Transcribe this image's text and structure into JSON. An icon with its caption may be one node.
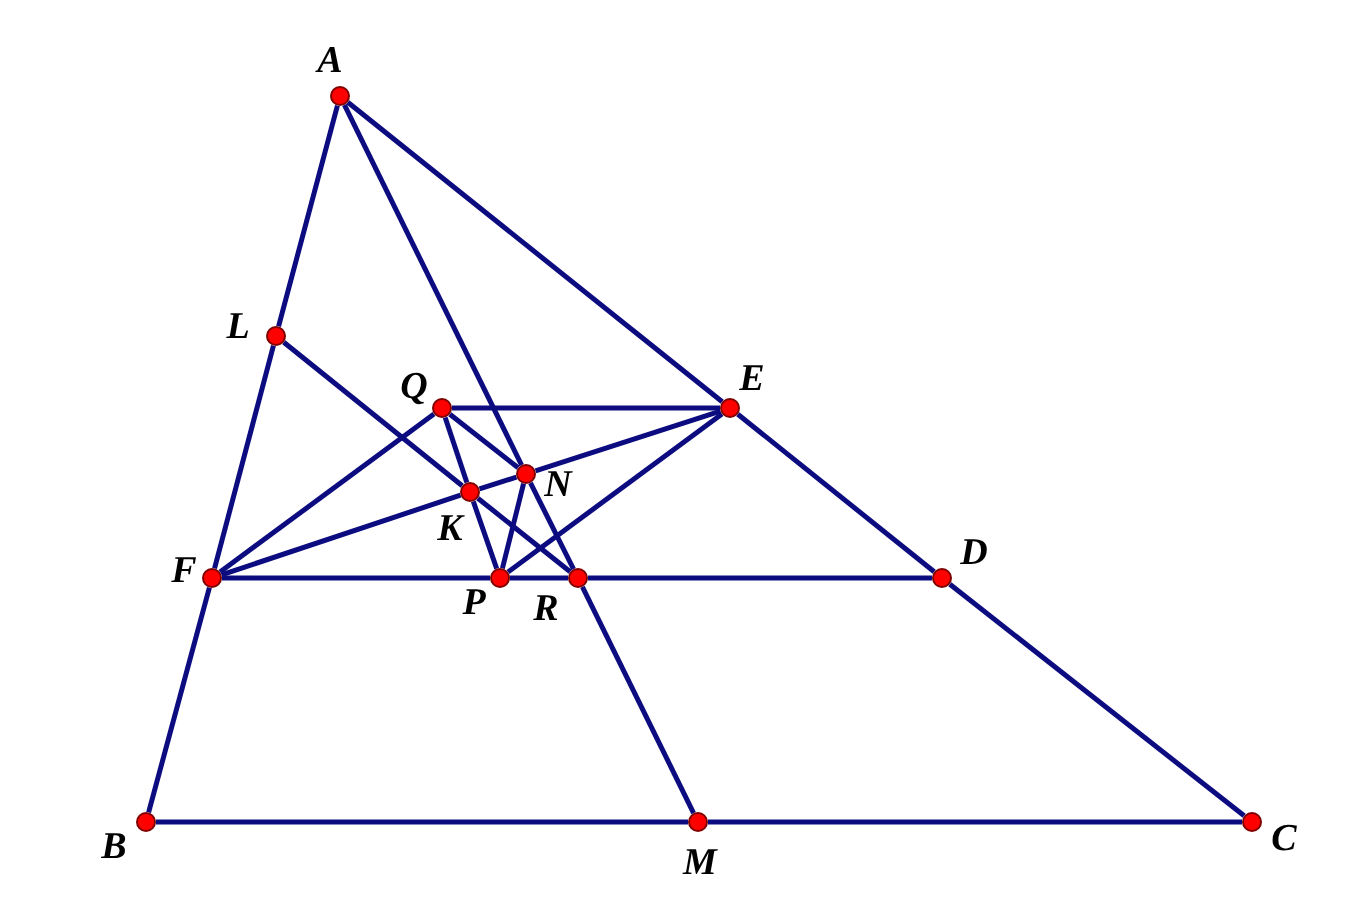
{
  "diagram": {
    "nodes": [
      {
        "text": [],
        "shape": "circle",
        "beside": [
          "A"
        ]
      },
      {
        "text": [],
        "shape": "circle",
        "beside": [
          "L"
        ]
      },
      {
        "text": [],
        "shape": "circle",
        "beside": [
          "Q"
        ]
      },
      {
        "text": [],
        "shape": "circle",
        "beside": [
          "E"
        ]
      },
      {
        "text": [],
        "shape": "circle",
        "beside": [
          "N"
        ]
      },
      {
        "text": [],
        "shape": "circle",
        "beside": [
          "K"
        ]
      },
      {
        "text": [],
        "shape": "circle",
        "beside": [
          "F"
        ]
      },
      {
        "text": [],
        "shape": "circle",
        "beside": [
          "D"
        ]
      },
      {
        "text": [],
        "shape": "circle",
        "beside": [
          "P"
        ]
      },
      {
        "text": [],
        "shape": "circle",
        "beside": [
          "R"
        ]
      },
      {
        "text": [],
        "shape": "circle",
        "beside": [
          "B"
        ]
      },
      {
        "text": [],
        "shape": "circle",
        "beside": [
          "M"
        ]
      },
      {
        "text": [],
        "shape": "circle",
        "beside": [
          "C"
        ]
      }
    ],
    "edges": [
      {
        "from": 0,
        "to": 1,
        "arrow": "none"
      },
      {
        "from": 1,
        "to": 6,
        "arrow": "none"
      },
      {
        "from": 6,
        "to": 10,
        "arrow": "none"
      },
      {
        "from": 0,
        "to": 3,
        "arrow": "none"
      },
      {
        "from": 3,
        "to": 7,
        "arrow": "none"
      },
      {
        "from": 7,
        "to": 12,
        "arrow": "none"
      },
      {
        "from": 10,
        "to": 11,
        "arrow": "none"
      },
      {
        "from": 11,
        "to": 12,
        "arrow": "none"
      },
      {
        "from": 0,
        "to": 4,
        "arrow": "none"
      },
      {
        "from": 4,
        "to": 9,
        "arrow": "none"
      },
      {
        "from": 9,
        "to": 11,
        "arrow": "none"
      },
      {
        "from": 1,
        "to": 5,
        "arrow": "none"
      },
      {
        "from": 5,
        "to": 9,
        "arrow": "none"
      },
      {
        "from": 2,
        "to": 3,
        "arrow": "none"
      },
      {
        "from": 6,
        "to": 8,
        "arrow": "none"
      },
      {
        "from": 8,
        "to": 9,
        "arrow": "none"
      },
      {
        "from": 9,
        "to": 7,
        "arrow": "none"
      },
      {
        "from": 6,
        "to": 2,
        "arrow": "none"
      },
      {
        "from": 6,
        "to": 5,
        "arrow": "none"
      },
      {
        "from": 5,
        "to": 4,
        "arrow": "none"
      },
      {
        "from": 4,
        "to": 3,
        "arrow": "none"
      },
      {
        "from": 2,
        "to": 5,
        "arrow": "none"
      },
      {
        "from": 5,
        "to": 8,
        "arrow": "none"
      },
      {
        "from": 2,
        "to": 4,
        "arrow": "none"
      },
      {
        "from": 8,
        "to": 4,
        "arrow": "none"
      },
      {
        "from": 8,
        "to": 3,
        "arrow": "none"
      }
    ]
  }
}
